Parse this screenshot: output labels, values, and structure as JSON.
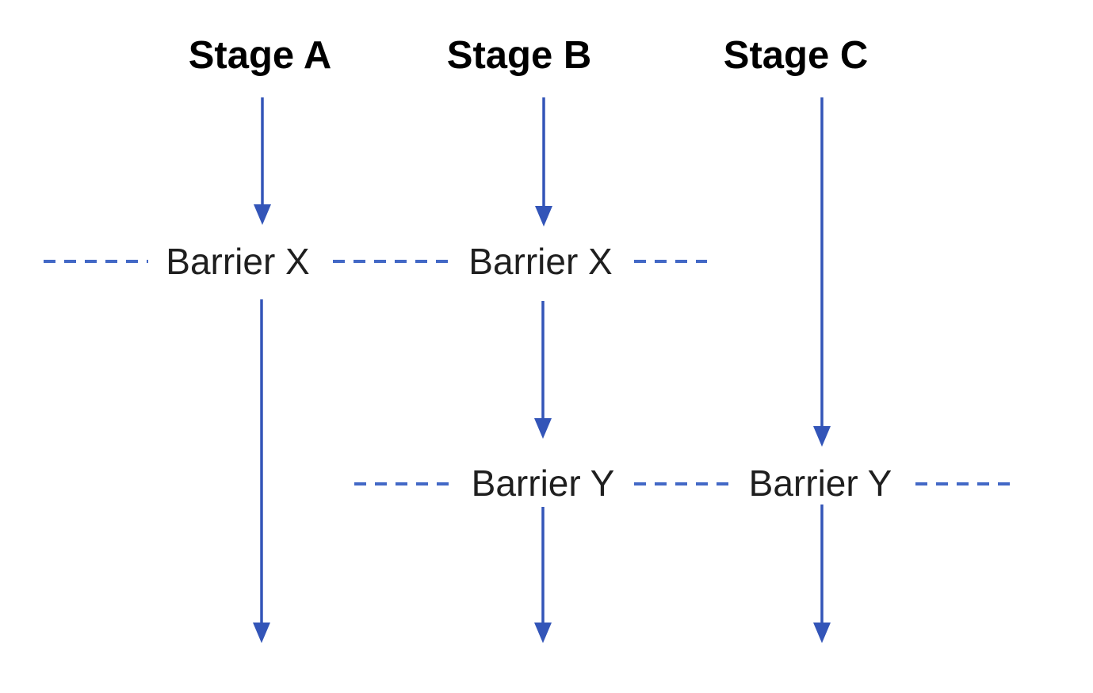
{
  "colors": {
    "arrow_blue": "#3355b8",
    "dash_blue": "#4268c6",
    "stage_label_text": "#000000",
    "barrier_label_text": "#1f1f1f"
  },
  "stages": [
    {
      "label": "Stage A"
    },
    {
      "label": "Stage B"
    },
    {
      "label": "Stage C"
    }
  ],
  "barriers": {
    "barrier_x_label": "Barrier X",
    "barrier_y_label": "Barrier Y"
  }
}
